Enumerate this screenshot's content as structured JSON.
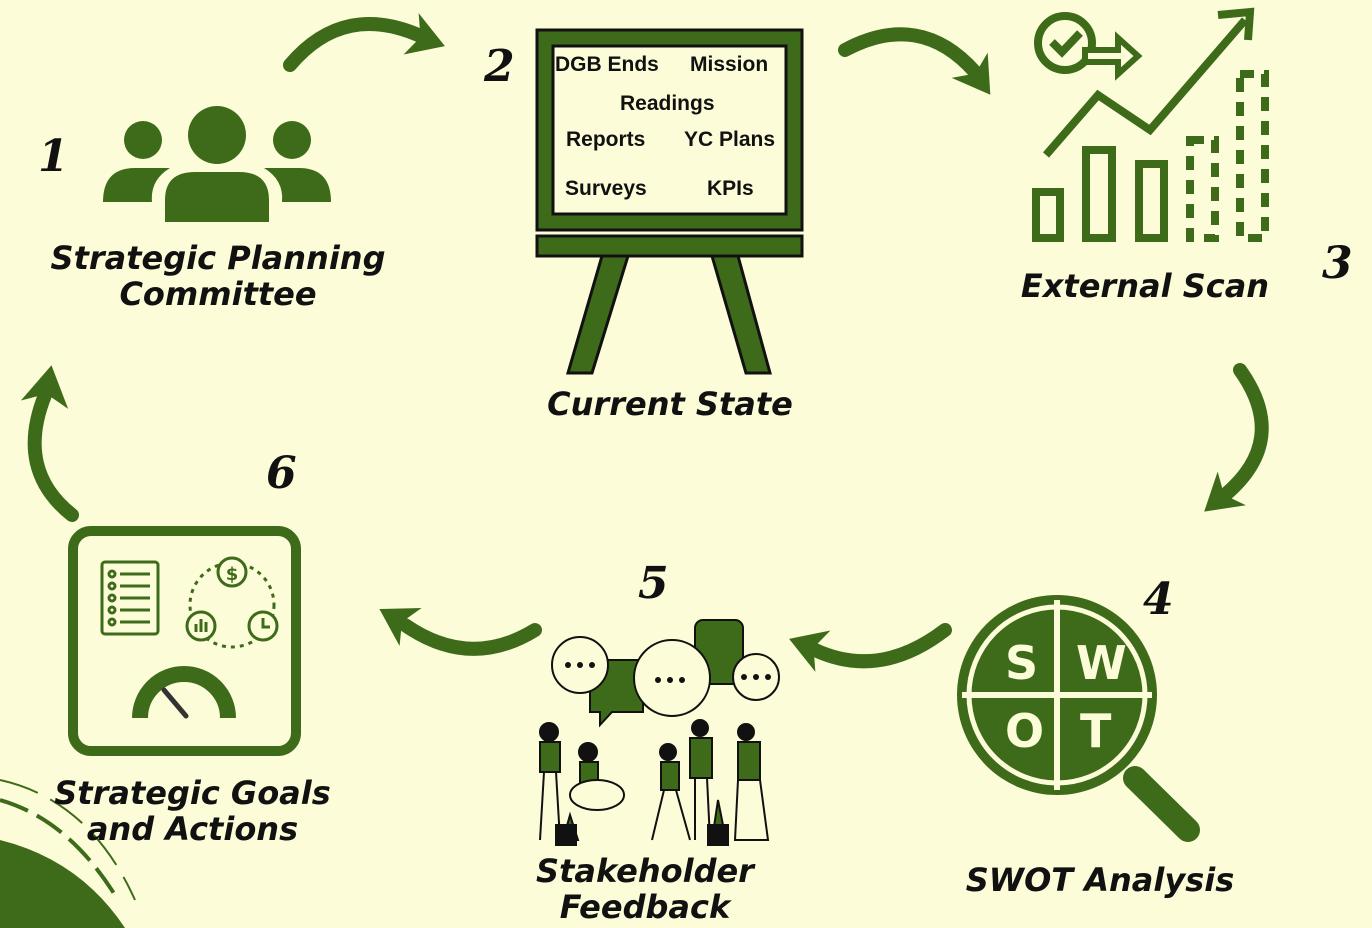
{
  "steps": [
    {
      "number": "1",
      "label_line1": "Strategic Planning",
      "label_line2": "Committee",
      "icon": "people-group-icon"
    },
    {
      "number": "2",
      "label": "Current State",
      "icon": "easel-board-icon",
      "board_items": [
        "DGB Ends",
        "Mission",
        "Readings",
        "Reports",
        "YC Plans",
        "Surveys",
        "KPIs"
      ]
    },
    {
      "number": "3",
      "label": "External Scan",
      "icon": "growth-chart-icon"
    },
    {
      "number": "4",
      "label": "SWOT Analysis",
      "icon": "swot-magnifier-icon",
      "swot_letters": [
        "S",
        "W",
        "O",
        "T"
      ]
    },
    {
      "number": "5",
      "label_line1": "Stakeholder",
      "label_line2": "Feedback",
      "icon": "people-conversation-icon"
    },
    {
      "number": "6",
      "label_line1": "Strategic Goals",
      "label_line2": "and Actions",
      "icon": "dashboard-icon"
    }
  ],
  "colors": {
    "background": "#fcfcd9",
    "accent": "#3e6b1a",
    "text": "#111111"
  }
}
